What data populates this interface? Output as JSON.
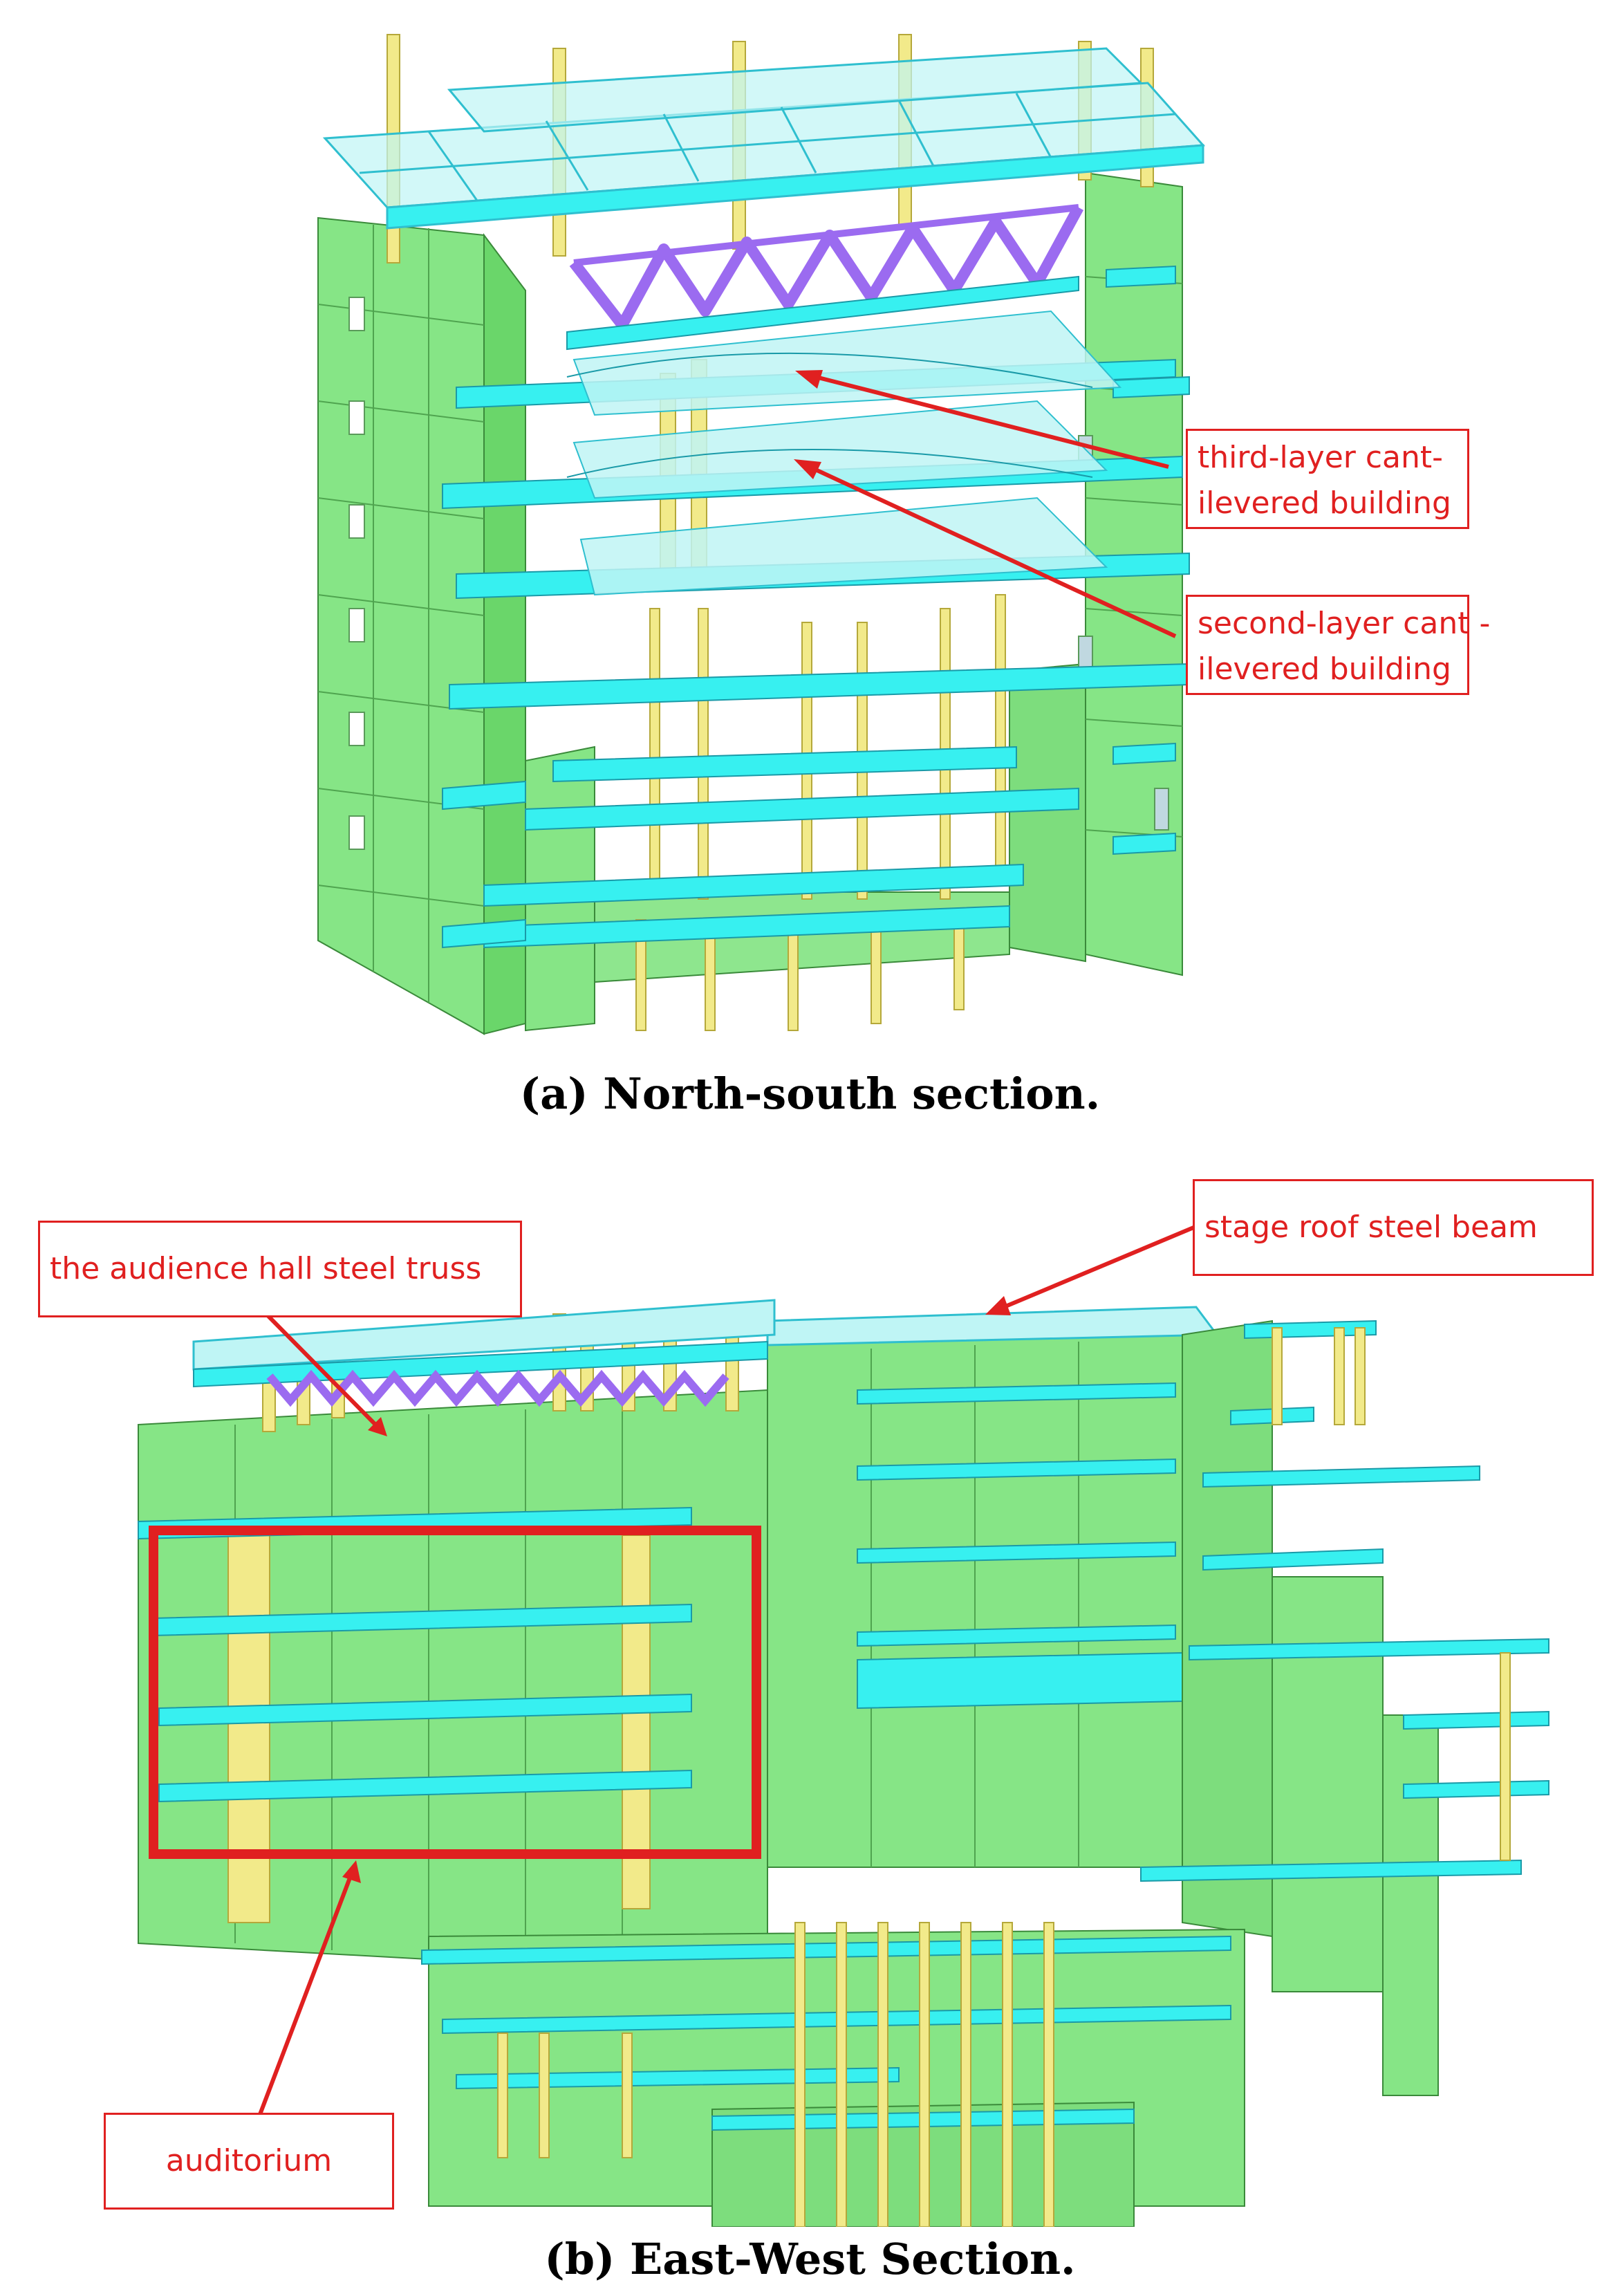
{
  "panel_a": {
    "caption": "(a) North-south section.",
    "callouts": {
      "third_layer_line1": "third-layer cant-",
      "third_layer_line2": "ilevered building",
      "second_layer_line1": "second-layer cant -",
      "second_layer_line2": "ilevered building"
    }
  },
  "panel_b": {
    "caption": "(b) East-West Section.",
    "callouts": {
      "stage_roof": "stage roof steel beam",
      "audience_truss": "the audience hall steel truss",
      "auditorium": "auditorium"
    }
  },
  "colors": {
    "wall_green": "#86e586",
    "wall_green_dark": "#5fc85f",
    "slab_cyan": "#37f0f0",
    "slab_light": "#bff5f5",
    "column_yellow": "#f2ea8a",
    "truss_purple": "#9b6bf0",
    "annotation_red": "#e02020"
  }
}
